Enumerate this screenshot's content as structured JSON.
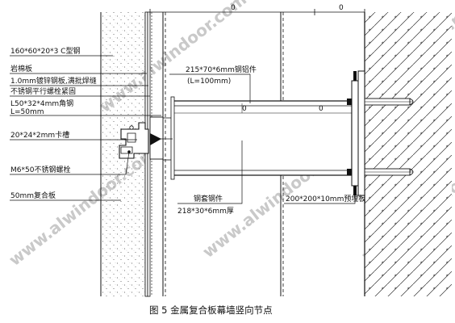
{
  "labels": {
    "c_steel": "160*60*20*3  C型钢",
    "insulation": "岩棉板",
    "galv_sheet": "1.0mm镀锌钢板,满批焊缝",
    "ss_bolt": "不锈钢平行螺栓紧固",
    "angle_steel": "L50*32*4mm角钢",
    "angle_len": "L=50mm",
    "keel": "20*24*2mm卡槽",
    "bolt_m6": "M6*50不锈钢螺栓",
    "panel": "50mm复合板",
    "tube_top": "215*70*6mm钢铝件",
    "tube_top_len": "(L=100mm)",
    "sleeve": "钢套钢件",
    "tube_bottom": "218*30*6mm厚",
    "embed_plate": "200*200*10mm预埋板"
  },
  "dims": {
    "top_a": "0",
    "top_b": "0",
    "beam_a": "0",
    "beam_b": "0"
  },
  "caption": "图 5    金属复合板幕墙竖向节点",
  "watermark": "www.alwindoor.com",
  "colors": {
    "line": "#111111",
    "watermark": "#c9c9c9"
  }
}
